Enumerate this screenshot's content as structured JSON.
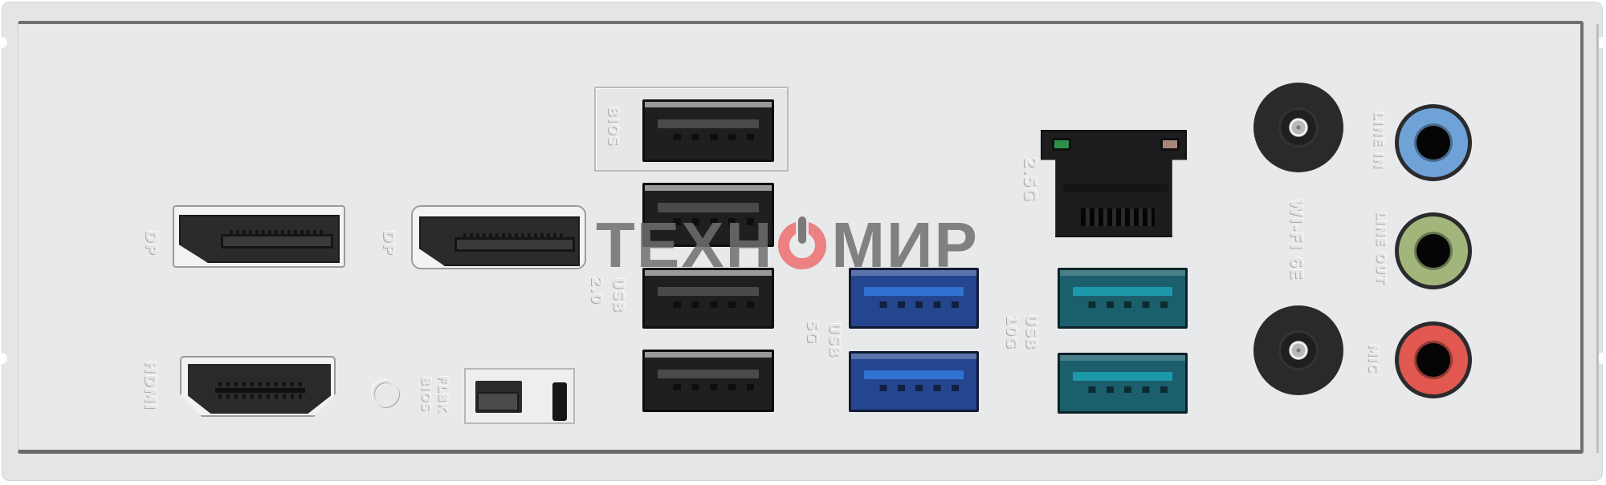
{
  "image": {
    "subject": "Motherboard rear I/O panel",
    "watermark": {
      "text_left": "ТЕХН",
      "text_right": "МИР",
      "logo": "power-icon-as-letter-O",
      "accent_color": "#ec6e6e"
    }
  },
  "labels": {
    "dp1": "DP",
    "dp2": "DP",
    "hdmi": "HDMI",
    "bios_flbk": [
      "BIOS",
      "FLBK"
    ],
    "bios": "BIOS",
    "usb20": [
      "2.0",
      "USB"
    ],
    "usb5g": [
      "5G",
      "USB"
    ],
    "usb10g": [
      "10G",
      "USB"
    ],
    "lan": "2.5G",
    "wifi": "WI-FI 6E",
    "line_in": "LINE IN",
    "line_out": "LINE OUT",
    "mic": "MIC"
  },
  "ports": {
    "display": [
      {
        "type": "DisplayPort",
        "label": "DP"
      },
      {
        "type": "DisplayPort",
        "label": "DP"
      },
      {
        "type": "HDMI",
        "label": "HDMI"
      }
    ],
    "usb": [
      {
        "group": "BIOS",
        "color": "#1f1f21",
        "count": 1
      },
      {
        "group": "USB 2.0",
        "color": "#1f1f21",
        "count": 3
      },
      {
        "group": "USB 5G",
        "color": "#2f72d0",
        "count": 2
      },
      {
        "group": "USB 10G",
        "color": "#1b98aa",
        "count": 2
      }
    ],
    "network": {
      "type": "RJ45",
      "label": "2.5G",
      "led_left": "#2f8f4a",
      "led_right": "#a8877a"
    },
    "antenna": {
      "label": "WI-FI 6E",
      "count": 2
    },
    "audio": [
      {
        "label": "LINE IN",
        "color": "#6fa3d8"
      },
      {
        "label": "LINE OUT",
        "color": "#a2b67b"
      },
      {
        "label": "MIC",
        "color": "#e0584f"
      }
    ],
    "buttons": {
      "bios_flashback": "BIOS FLBK"
    }
  },
  "colors": {
    "plate": "#e4e5e7",
    "panel": "#e8e9eb",
    "connector_black": "#1f1f21",
    "usb_blue": "#2f72d0",
    "usb_teal": "#1b98aa",
    "line_in": "#6fa3d8",
    "line_out": "#a2b67b",
    "mic": "#e0584f"
  }
}
